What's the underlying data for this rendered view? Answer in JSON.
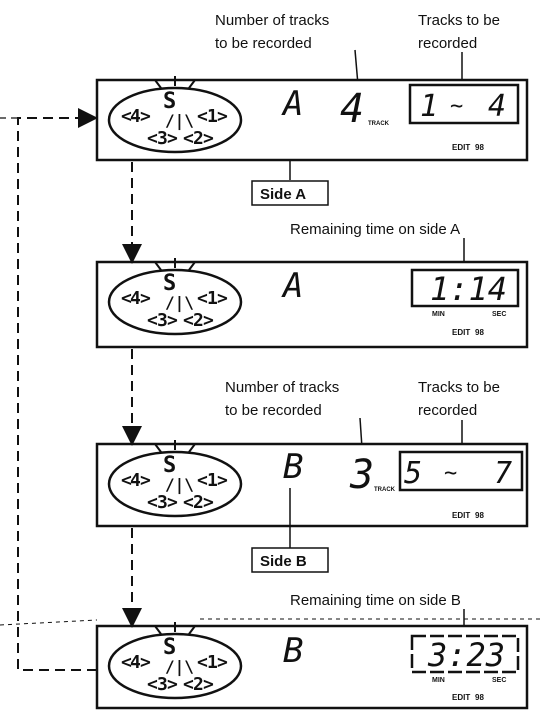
{
  "labels": {
    "num_tracks_1_line1": "Number of tracks",
    "num_tracks_1_line2": "to be recorded",
    "tracks_to_be_1_line1": "Tracks to be",
    "tracks_to_be_1_line2": "recorded",
    "side_a": "Side A",
    "remaining_a": "Remaining time on side A",
    "num_tracks_2_line1": "Number of tracks",
    "num_tracks_2_line2": "to be recorded",
    "tracks_to_be_2_line1": "Tracks to be",
    "tracks_to_be_2_line2": "recorded",
    "side_b": "Side B",
    "remaining_b": "Remaining time on side B"
  },
  "panels": [
    {
      "side": "A",
      "count": "4",
      "track_word": "TRACK",
      "range_from": "1",
      "sep": "~",
      "range_to": "4",
      "edit": "EDIT",
      "edit_num": "98"
    },
    {
      "side": "A",
      "time": "1:14",
      "min": "MIN",
      "sec": "SEC",
      "edit": "EDIT",
      "edit_num": "98"
    },
    {
      "side": "B",
      "count": "3",
      "track_word": "TRACK",
      "range_from": "5",
      "sep": "~",
      "range_to": "7",
      "edit": "EDIT",
      "edit_num": "98"
    },
    {
      "side": "B",
      "time": "3:23",
      "min": "MIN",
      "sec": "SEC",
      "edit": "EDIT",
      "edit_num": "98"
    }
  ],
  "dial": {
    "s": "S",
    "n1": "1",
    "n2": "2",
    "n3": "3",
    "n4": "4",
    "sym": "/|\\"
  }
}
